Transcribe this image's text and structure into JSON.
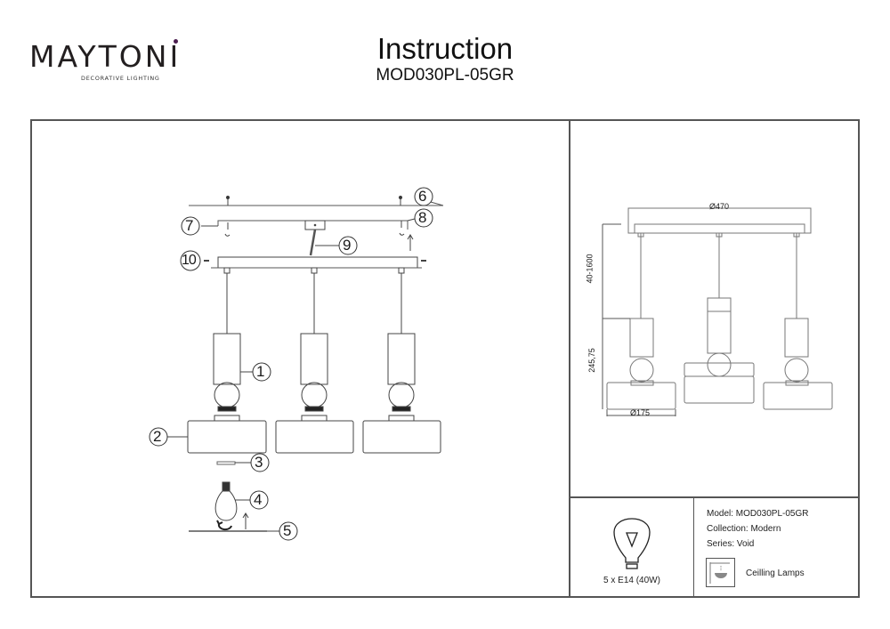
{
  "brand": {
    "name": "MAYTONI",
    "tagline": "DECORATIVE LIGHTING",
    "accent_color": "#4b1e4f"
  },
  "header": {
    "title": "Instruction",
    "model_code": "MOD030PL-05GR"
  },
  "assembly_diagram": {
    "callouts": [
      "1",
      "2",
      "3",
      "4",
      "5",
      "6",
      "7",
      "8",
      "9",
      "10"
    ]
  },
  "dimension_drawing": {
    "canopy_width": "Ø470",
    "suspension_length": "40-1600",
    "lamp_height": "245,75",
    "shade_diameter": "Ø175"
  },
  "specs": {
    "bulb": "5 x E14 (40W)",
    "model": "Model: MOD030PL-05GR",
    "collection": "Collection: Modern",
    "series": "Series: Void",
    "category": "Ceilling Lamps",
    "bulb_icon": "light-bulb-icon",
    "category_icon": "ceiling-lamp-icon"
  }
}
